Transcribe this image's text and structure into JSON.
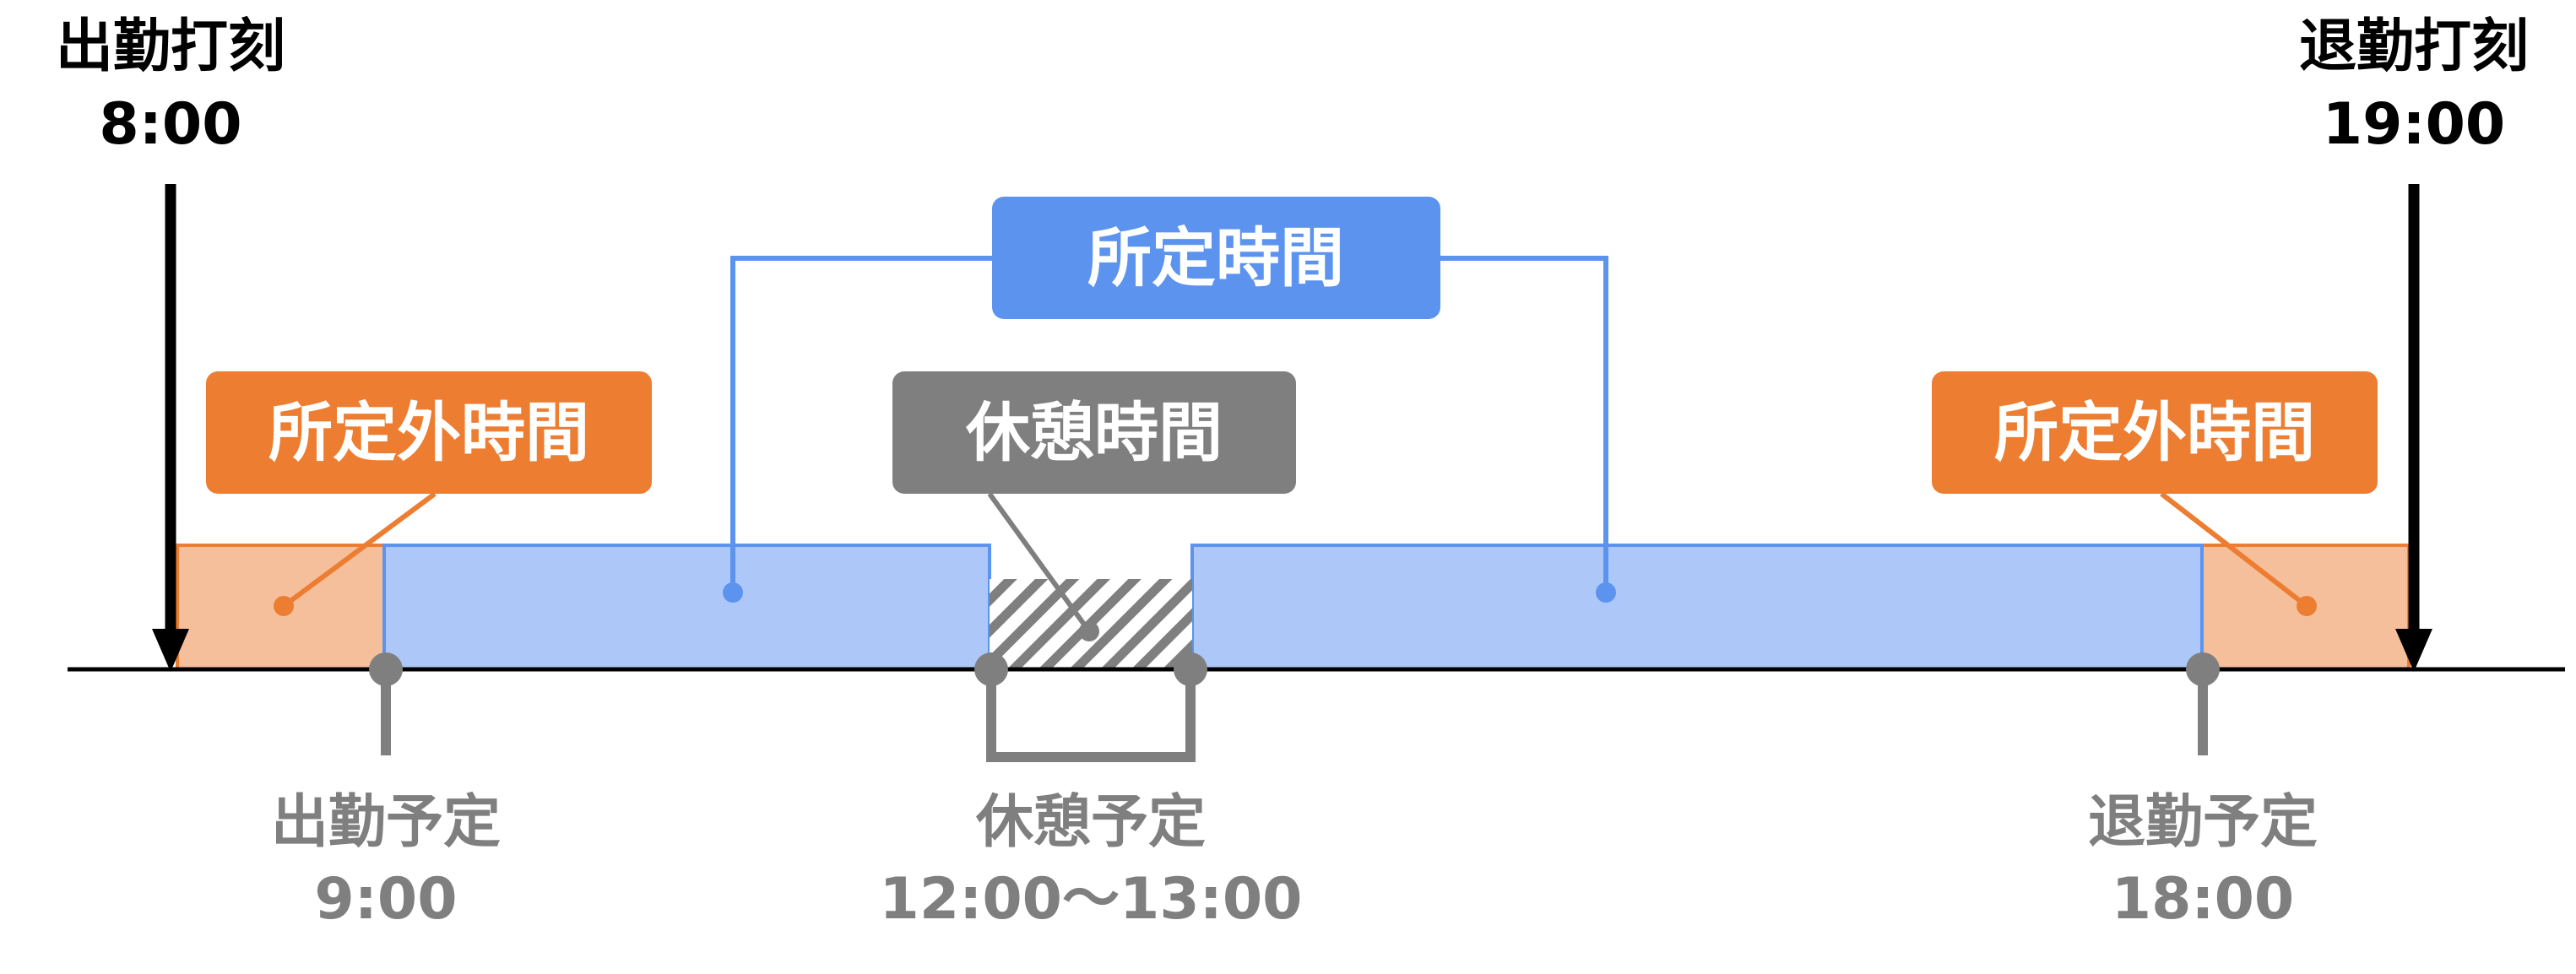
{
  "clock_in": {
    "label": "出勤打刻",
    "time": "8:00"
  },
  "clock_out": {
    "label": "退勤打刻",
    "time": "19:00"
  },
  "scheduled_hours_label": "所定時間",
  "break_time_label": "休憩時間",
  "non_scheduled_left_label": "所定外時間",
  "non_scheduled_right_label": "所定外時間",
  "scheduled_start": {
    "label": "出勤予定",
    "time": "9:00"
  },
  "scheduled_break": {
    "label": "休憩予定",
    "time": "12:00～13:00"
  },
  "scheduled_end": {
    "label": "退勤予定",
    "time": "18:00"
  },
  "colors": {
    "scheduled_fill": "#adc8f8",
    "scheduled_accent": "#5b93ef",
    "non_scheduled_fill": "#f6bf9b",
    "non_scheduled_accent": "#ed7d31",
    "break_box": "#7f7f7f",
    "marker": "#7f7f7f",
    "timeline": "#000000"
  }
}
